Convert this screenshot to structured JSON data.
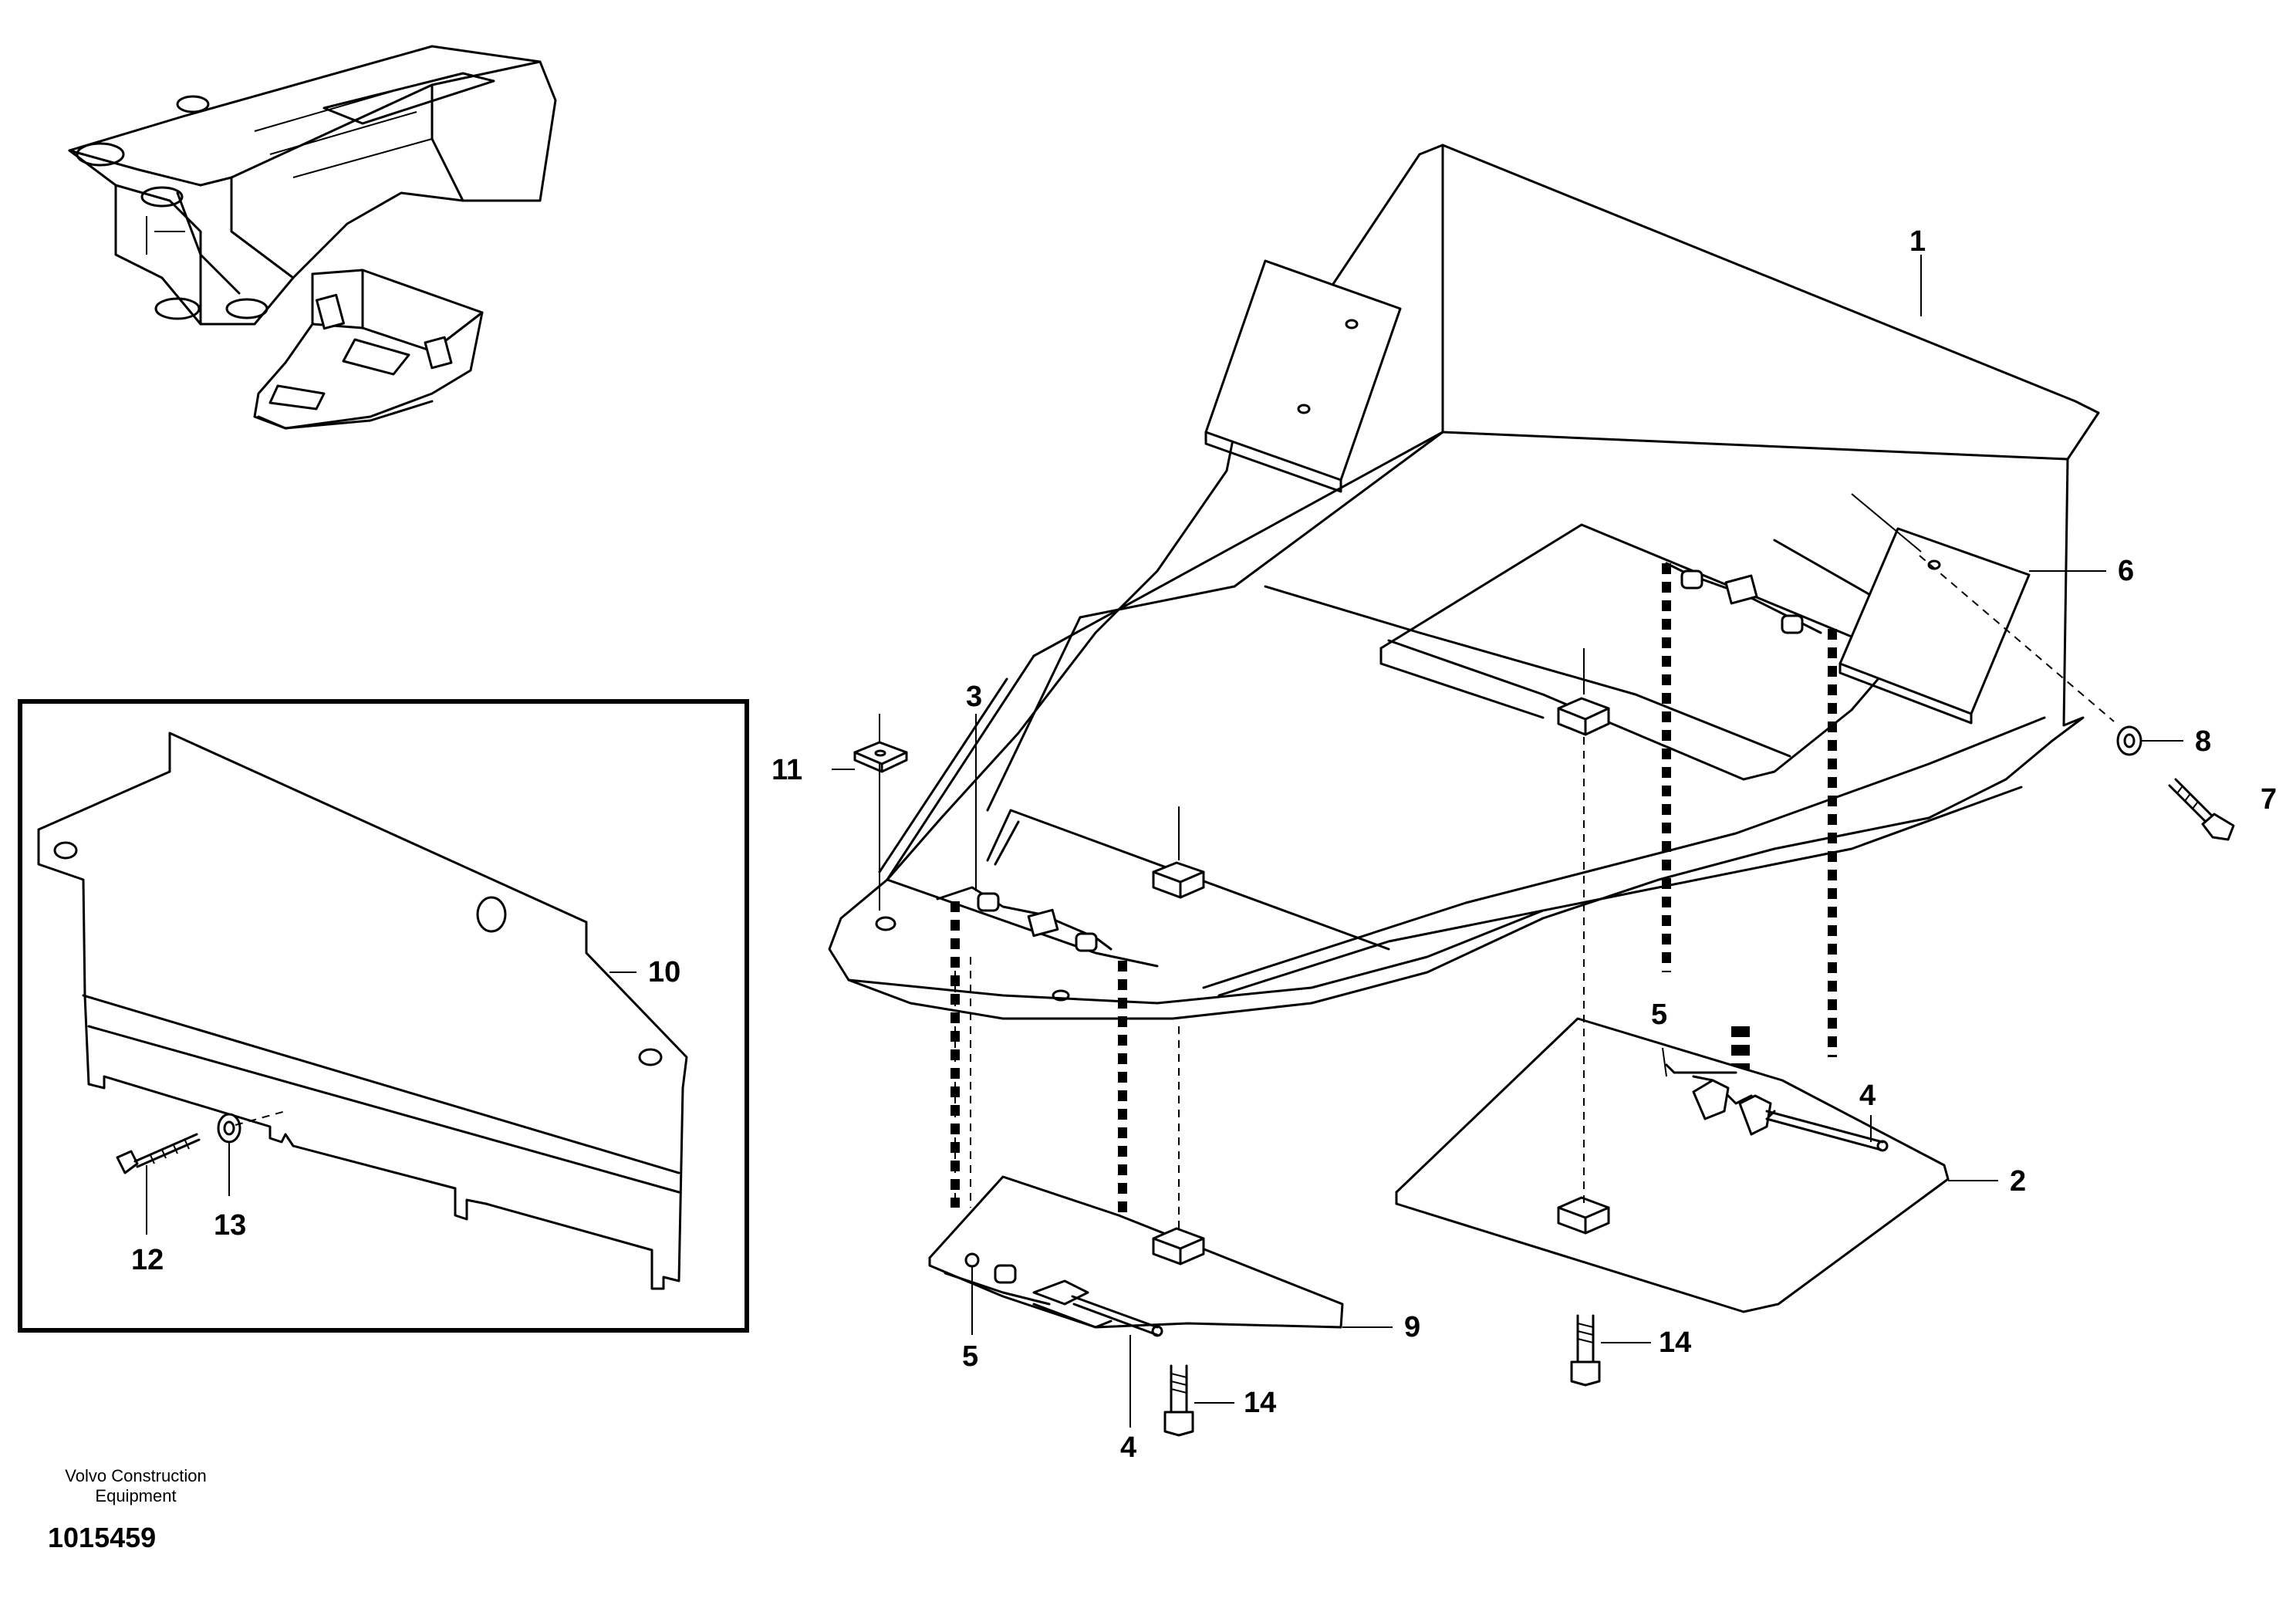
{
  "diagram": {
    "callouts": {
      "c1": "1",
      "c2": "2",
      "c3": "3",
      "c4a": "4",
      "c4b": "4",
      "c5a": "5",
      "c5b": "5",
      "c6": "6",
      "c7": "7",
      "c8": "8",
      "c9": "9",
      "c10": "10",
      "c11": "11",
      "c12": "12",
      "c13": "13",
      "c14a": "14",
      "c14b": "14"
    }
  },
  "footer": {
    "brand_line1": "Volvo Construction",
    "brand_line2": "Equipment",
    "document_number": "1015459"
  }
}
